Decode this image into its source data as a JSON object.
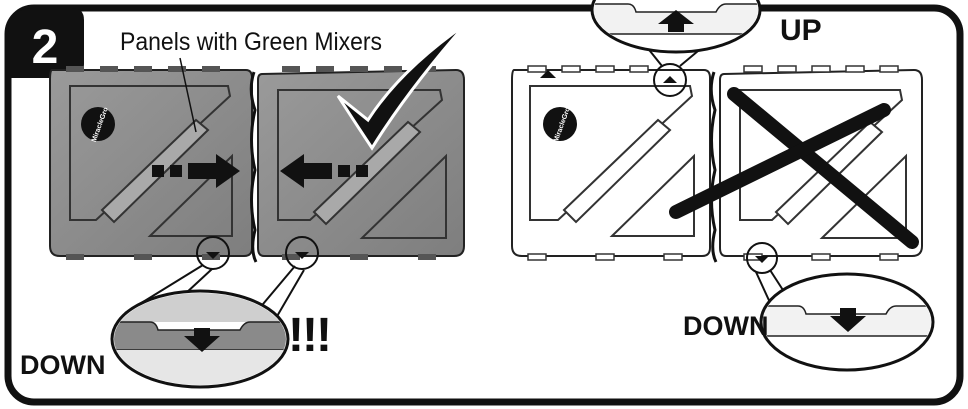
{
  "step_number": "2",
  "caption": "Panels with Green Mixers",
  "label_up": "UP",
  "label_down_left": "DOWN",
  "label_down_right": "DOWN",
  "exclamation": "!!!",
  "logo_text": "MiracleGro",
  "colors": {
    "frame": "#111111",
    "panel_fill": "#8e8e8e",
    "panel_fill_light": "#ffffff",
    "outline": "#222222"
  },
  "icons": [
    "checkmark-icon",
    "x-cross-icon",
    "arrow-right-icon",
    "arrow-left-icon",
    "arrow-down-icon",
    "arrow-up-icon"
  ]
}
